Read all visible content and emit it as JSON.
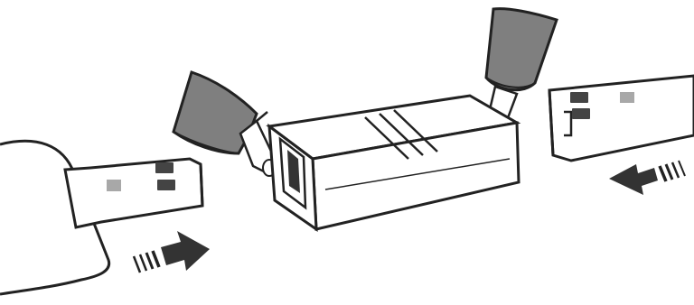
{
  "figure": {
    "parts": [
      {
        "id": "usb-plug-left",
        "kind": "usb-type-a-plug"
      },
      {
        "id": "usb-plug-right",
        "kind": "usb-type-a-plug"
      },
      {
        "id": "coupler",
        "kind": "usb-female-female-coupler"
      },
      {
        "id": "tool-left",
        "kind": "grey-tool-tip"
      },
      {
        "id": "tool-right",
        "kind": "grey-tool-tip"
      }
    ],
    "arrows": [
      {
        "id": "insert-arrow-left",
        "direction": "right"
      },
      {
        "id": "insert-arrow-right",
        "direction": "left"
      }
    ],
    "colors": {
      "outline": "#222222",
      "tool_fill": "#7f7f7f",
      "contact_fill": "#444444",
      "pad_fill": "#a8a8a8",
      "background": "#ffffff"
    }
  }
}
